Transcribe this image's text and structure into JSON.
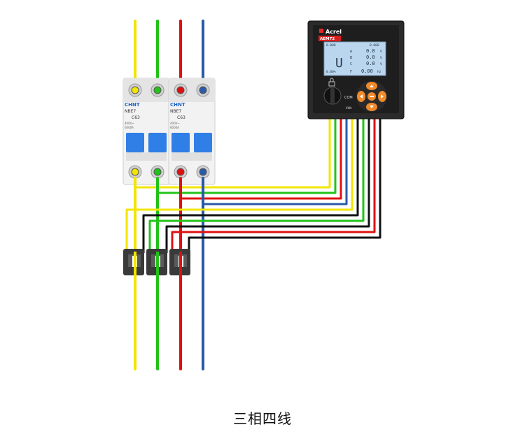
{
  "caption": "三相四线",
  "breaker": {
    "brand": "CHNT",
    "model": "NBE7",
    "rating": "C63",
    "spec_line1": "400V~",
    "spec_line2": "6000A"
  },
  "meter": {
    "brand": "Acrel",
    "model": "AEM72",
    "screen_top_left": "0.000",
    "screen_top_right": "0.000",
    "screen_big": "U",
    "rows": [
      {
        "label": "A",
        "value": "0.0",
        "unit": "V"
      },
      {
        "label": "B",
        "value": "0.0",
        "unit": "V"
      },
      {
        "label": "C",
        "value": "0.0",
        "unit": "V"
      },
      {
        "label": "F",
        "value": "0.00",
        "unit": "Hz"
      }
    ],
    "screen_bottom_left": "0.00%",
    "com_label": "COM",
    "knob_label": "kWh"
  },
  "colors": {
    "phase_a": "#f2e500",
    "phase_b": "#22c318",
    "phase_c": "#e01010",
    "neutral": "#2a5aa8",
    "signal": "#111111",
    "breaker_blue": "#2f7fe6",
    "meter_body": "#2b2b2b",
    "screen": "#b9d6ee",
    "key_orange": "#f08a2a"
  }
}
